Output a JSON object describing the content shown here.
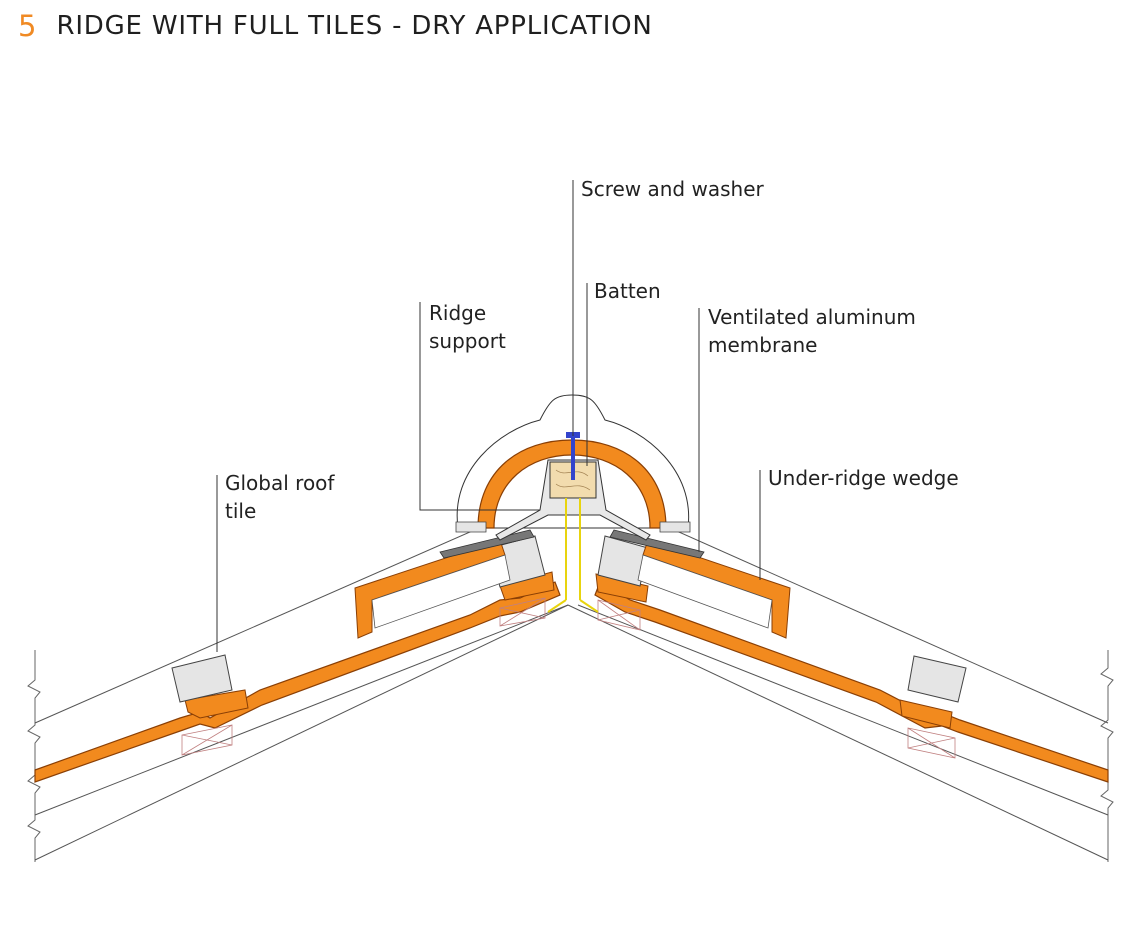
{
  "header": {
    "number": "5",
    "title": "RIDGE WITH FULL TILES - DRY APPLICATION"
  },
  "labels": {
    "screw_washer": "Screw and washer",
    "batten": "Batten",
    "ridge_support_1": "Ridge",
    "ridge_support_2": "support",
    "ventilated_1": "Ventilated aluminum",
    "ventilated_2": "membrane",
    "global_roof_tile_1": "Global roof",
    "global_roof_tile_2": "tile",
    "under_ridge_wedge": "Under-ridge wedge"
  },
  "colors": {
    "accent": "#f08a24",
    "tile_fill": "#f28a1e",
    "tile_stroke": "#9a4a06",
    "batten_fill": "#f2dcae",
    "support_yellow": "#f5e11a",
    "screw_blue": "#3344cc",
    "line": "#555555"
  }
}
